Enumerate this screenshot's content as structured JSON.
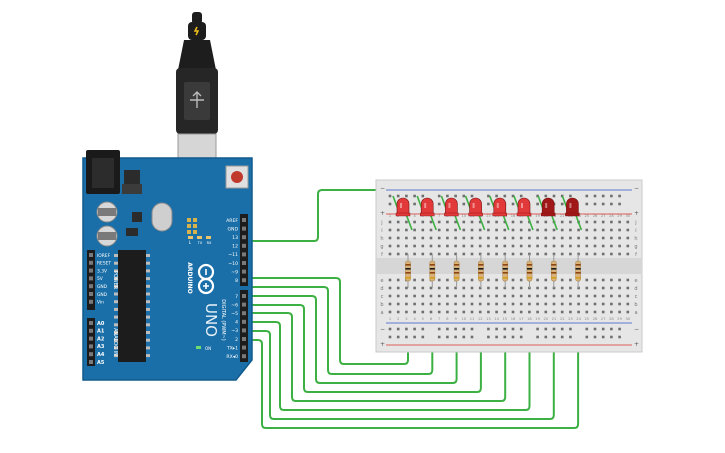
{
  "colors": {
    "board_blue": "#1b6fa8",
    "board_dark": "#125a8c",
    "wire_green": "#3cb043",
    "breadboard": "#e6e6e6",
    "rail_red": "#d9322b",
    "rail_blue": "#2b55c7",
    "led_red": "#e23a3a",
    "led_dark_red": "#a01818",
    "resistor_body": "#d8b27a",
    "cable_black": "#1d1d1d"
  },
  "arduino": {
    "logo_text": "ARDUINO",
    "model_text": "UNO",
    "on_label": "ON",
    "tx_label": "TX",
    "rx_label": "RX",
    "l_label": "L",
    "power_header": "POWER",
    "analog_header": "ANALOG IN",
    "digital_header": "DIGITAL (PWM~)",
    "power_pins": [
      "IOREF",
      "RESET",
      "3.3V",
      "5V",
      "GND",
      "GND",
      "Vin"
    ],
    "analog_pins": [
      "A0",
      "A1",
      "A2",
      "A3",
      "A4",
      "A5"
    ],
    "digital_pins_top": [
      "AREF",
      "GND",
      "13",
      "12",
      "~11",
      "~10",
      "~9",
      "8"
    ],
    "digital_pins_bottom": [
      "7",
      "~6",
      "~5",
      "4",
      "~3",
      "2",
      "TX▸1",
      "RX◂0"
    ]
  },
  "breadboard": {
    "rail_minus": "−",
    "rail_plus": "+",
    "row_letters_top": [
      "j",
      "i",
      "h",
      "g",
      "f"
    ],
    "row_letters_bottom": [
      "e",
      "d",
      "c",
      "b",
      "a"
    ],
    "column_numbers": [
      "1",
      "2",
      "3",
      "4",
      "5",
      "6",
      "7",
      "8",
      "9",
      "10",
      "11",
      "12",
      "13",
      "14",
      "15",
      "16",
      "17",
      "18",
      "19",
      "20",
      "21",
      "22",
      "23",
      "24",
      "25",
      "26",
      "27",
      "28",
      "29",
      "30"
    ],
    "led_count": 8,
    "led_states": [
      "red",
      "red",
      "red",
      "red",
      "red",
      "red",
      "dark_red",
      "dark_red"
    ]
  }
}
